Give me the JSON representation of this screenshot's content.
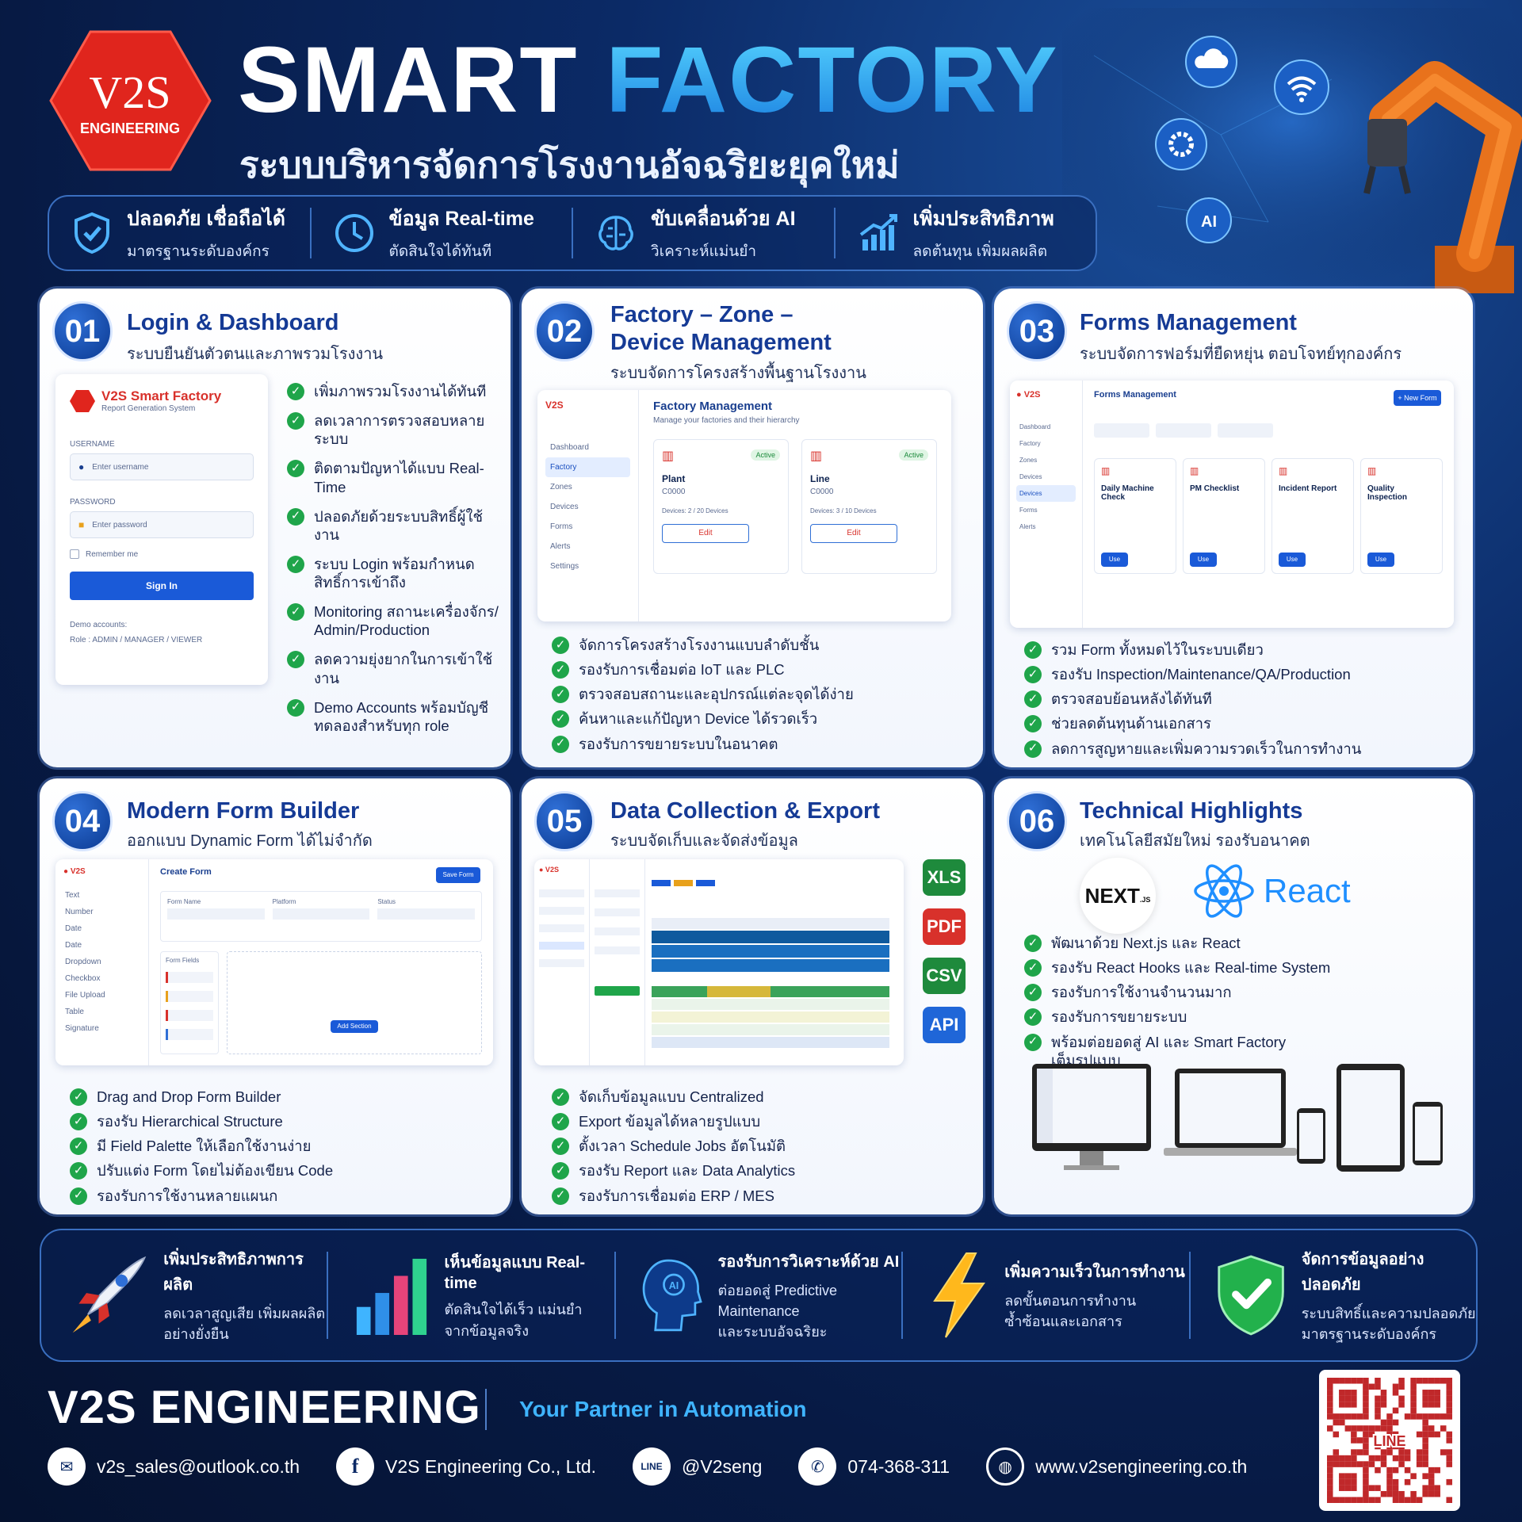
{
  "header": {
    "logo_text": "V2S",
    "logo_sub": "ENGINEERING",
    "title_white": "SMART",
    "title_blue": "FACTORY",
    "subtitle": "ระบบบริหารจัดการโรงงานอัจฉริยะยุคใหม่"
  },
  "features": [
    {
      "title": "ปลอดภัย เชื่อถือได้",
      "desc": "มาตรฐานระดับองค์กร",
      "icon": "shield-check-icon"
    },
    {
      "title": "ข้อมูล Real-time",
      "desc": "ตัดสินใจได้ทันที",
      "icon": "clock-icon"
    },
    {
      "title": "ขับเคลื่อนด้วย AI",
      "desc": "วิเคราะห์แม่นยำ",
      "icon": "brain-icon"
    },
    {
      "title": "เพิ่มประสิทธิภาพ",
      "desc": "ลดต้นทุน เพิ่มผลผลิต",
      "icon": "growth-chart-icon"
    }
  ],
  "card1": {
    "num": "01",
    "title": "Login & Dashboard",
    "sub": "ระบบยืนยันตัวตนและภาพรวมโรงงาน",
    "login": {
      "app": "V2S Smart Factory",
      "app_sub": "Report Generation System",
      "user_label": "USERNAME",
      "user_ph": "Enter username",
      "pass_label": "PASSWORD",
      "pass_ph": "Enter password",
      "remember": "Remember me",
      "signin": "Sign In",
      "demo": "Demo accounts:",
      "roles": "Role : ADMIN / MANAGER / VIEWER"
    },
    "items": [
      "เพิ่มภาพรวมโรงงานได้ทันที",
      "ลดเวลาการตรวจสอบหลายระบบ",
      "ติดตามปัญหาได้แบบ Real-Time",
      "ปลอดภัยด้วยระบบสิทธิ์ผู้ใช้งาน",
      "ระบบ Login พร้อมกำหนดสิทธิ์การเข้าถึง",
      "Monitoring สถานะเครื่องจักร/ Admin/Production",
      "ลดความยุ่งยากในการเข้าใช้งาน",
      "Demo Accounts พร้อมบัญชีทดลองสำหรับทุก role"
    ]
  },
  "card2": {
    "num": "02",
    "title1": "Factory – Zone –",
    "title2": "Device Management",
    "sub": "ระบบจัดการโครงสร้างพื้นฐานโรงงาน",
    "shot": {
      "logo": "V2S",
      "heading": "Factory Management",
      "desc": "Manage your factories and their hierarchy",
      "nav": [
        "Dashboard",
        "Factory",
        "Zones",
        "Devices",
        "Forms",
        "Alerts",
        "Settings"
      ],
      "cards": [
        {
          "name": "Plant",
          "badge": "Active",
          "code": "C0000",
          "devices": "Devices: 2 / 20 Devices"
        },
        {
          "name": "Line",
          "badge": "Active",
          "code": "C0000",
          "devices": "Devices: 3 / 10 Devices"
        }
      ],
      "edit": "Edit"
    },
    "items": [
      "จัดการโครงสร้างโรงงานแบบลำดับชั้น",
      "รองรับการเชื่อมต่อ IoT และ PLC",
      "ตรวจสอบสถานะและอุปกรณ์แต่ละจุดได้ง่าย",
      "ค้นหาและแก้ปัญหา Device ได้รวดเร็ว",
      "รองรับการขยายระบบในอนาคต"
    ]
  },
  "card3": {
    "num": "03",
    "title": "Forms Management",
    "sub": "ระบบจัดการฟอร์มที่ยืดหยุ่น ตอบโจทย์ทุกองค์กร",
    "shot": {
      "heading": "Forms Management",
      "new_btn": "+ New Form",
      "nav": [
        "Dashboard",
        "Factory",
        "Zones",
        "Devices",
        "Devices",
        "Forms",
        "Alerts"
      ],
      "forms": [
        "Daily Machine Check",
        "PM Checklist",
        "Incident Report",
        "Quality Inspection"
      ],
      "use": "Use"
    },
    "items": [
      "รวม Form ทั้งหมดไว้ในระบบเดียว",
      "รองรับ Inspection/Maintenance/QA/Production",
      "ตรวจสอบย้อนหลังได้ทันที",
      "ช่วยลดต้นทุนด้านเอกสาร",
      "ลดการสูญหายและเพิ่มความรวดเร็วในการทำงาน"
    ]
  },
  "card4": {
    "num": "04",
    "title": "Modern Form Builder",
    "sub": "ออกแบบ Dynamic Form ได้ไม่จำกัด",
    "shot": {
      "heading": "Create Form",
      "save": "Save Form",
      "fields": [
        "Text",
        "Number",
        "Date",
        "Date",
        "Dropdown",
        "Checkbox",
        "File Upload",
        "Table",
        "Signature"
      ],
      "form_name": "Form Name",
      "platform": "Platform",
      "status": "Status",
      "palette": "Form Fields",
      "add_section": "Add Section"
    },
    "items": [
      "Drag and Drop Form Builder",
      "รองรับ Hierarchical Structure",
      "มี Field Palette ให้เลือกใช้งานง่าย",
      "ปรับแต่ง Form โดยไม่ต้องเขียน Code",
      "รองรับการใช้งานหลายแผนก"
    ]
  },
  "card5": {
    "num": "05",
    "title": "Data Collection & Export",
    "sub": "ระบบจัดเก็บและจัดส่งข้อมูล",
    "exports": [
      {
        "label": "XLS",
        "color": "#1e8a3c"
      },
      {
        "label": "PDF",
        "color": "#d8312b"
      },
      {
        "label": "CSV",
        "color": "#1e8a3c"
      },
      {
        "label": "API",
        "color": "#1f66d8"
      }
    ],
    "items": [
      "จัดเก็บข้อมูลแบบ Centralized",
      "Export ข้อมูลได้หลายรูปแบบ",
      "ตั้งเวลา Schedule Jobs อัตโนมัติ",
      "รองรับ Report และ Data Analytics",
      "รองรับการเชื่อมต่อ ERP / MES"
    ]
  },
  "card6": {
    "num": "06",
    "title": "Technical Highlights",
    "sub": "เทคโนโลยีสมัยใหม่ รองรับอนาคต",
    "next_logo": "NEXT",
    "next_sub": ".JS",
    "react_logo": "React",
    "items": [
      "พัฒนาด้วย Next.js และ React",
      "รองรับ React Hooks และ Real-time System",
      "รองรับการใช้งานจำนวนมาก",
      "รองรับการขยายระบบ",
      "พร้อมต่อยอดสู่ AI และ Smart Factory เต็มรูปแบบ"
    ]
  },
  "benefits": [
    {
      "title": "เพิ่มประสิทธิภาพการผลิต",
      "l1": "ลดเวลาสูญเสีย เพิ่มผลผลิต",
      "l2": "อย่างยั่งยืน",
      "icon": "rocket-icon"
    },
    {
      "title": "เห็นข้อมูลแบบ Real-time",
      "l1": "ตัดสินใจได้เร็ว แม่นยำ",
      "l2": "จากข้อมูลจริง",
      "icon": "bar-chart-icon"
    },
    {
      "title": "รองรับการวิเคราะห์ด้วย AI",
      "l1": "ต่อยอดสู่ Predictive Maintenance",
      "l2": "และระบบอัจฉริยะ",
      "icon": "ai-head-icon"
    },
    {
      "title": "เพิ่มความเร็วในการทำงาน",
      "l1": "ลดขั้นตอนการทำงาน",
      "l2": "ซ้ำซ้อนและเอกสาร",
      "icon": "lightning-icon"
    },
    {
      "title": "จัดการข้อมูลอย่างปลอดภัย",
      "l1": "ระบบสิทธิ์และความปลอดภัย",
      "l2": "มาตรฐานระดับองค์กร",
      "icon": "shield-check-icon"
    }
  ],
  "footer": {
    "brand": "V2S ENGINEERING",
    "tagline": "Your Partner in Automation",
    "email": "v2s_sales@outlook.co.th",
    "facebook": "V2S Engineering Co., Ltd.",
    "line": "@V2seng",
    "phone": "074-368-311",
    "web": "www.v2sengineering.co.th",
    "qr_label": "LINE"
  },
  "colors": {
    "navy": "#071a44",
    "accent": "#1a7fe0",
    "green": "#1fa54a",
    "red": "#d8312b"
  }
}
